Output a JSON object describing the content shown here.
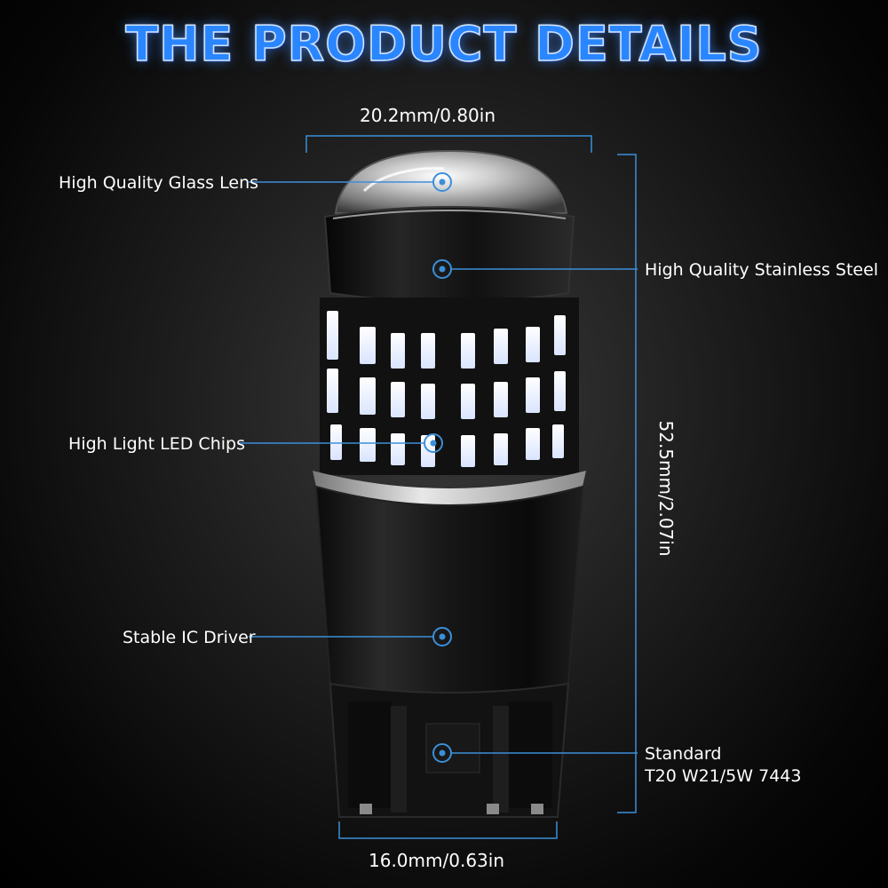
{
  "title": "THE PRODUCT DETAILS",
  "dimensions": {
    "top": "20.2mm/0.80in",
    "side": "52.5mm/2.07in",
    "bottom": "16.0mm/0.63in"
  },
  "callouts": {
    "glass_lens": "High Quality Glass Lens",
    "stainless_steel": "High Quality Stainless Steel",
    "led_chips": "High Light LED Chips",
    "ic_driver": "Stable IC Driver",
    "standard_line1": "Standard",
    "standard_line2": "T20 W21/5W 7443"
  },
  "colors": {
    "title_blue": "#2a86ff",
    "line_blue": "#3b8fd9",
    "background": "#1c1c1c"
  }
}
